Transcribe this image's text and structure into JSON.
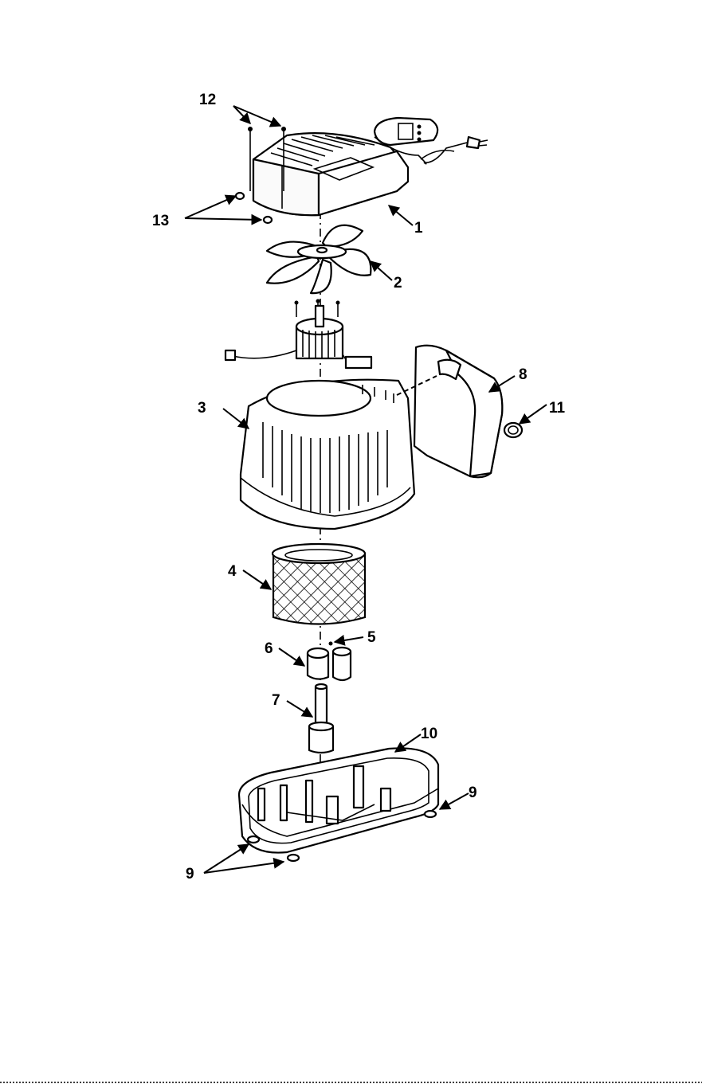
{
  "callouts": [
    {
      "id": "12",
      "text": "12"
    },
    {
      "id": "13",
      "text": "13"
    },
    {
      "id": "1",
      "text": "1"
    },
    {
      "id": "2",
      "text": "2"
    },
    {
      "id": "8",
      "text": "8"
    },
    {
      "id": "11",
      "text": "11"
    },
    {
      "id": "3",
      "text": "3"
    },
    {
      "id": "4",
      "text": "4"
    },
    {
      "id": "5",
      "text": "5"
    },
    {
      "id": "6",
      "text": "6"
    },
    {
      "id": "7",
      "text": "7"
    },
    {
      "id": "10",
      "text": "10"
    },
    {
      "id": "9a",
      "text": "9"
    },
    {
      "id": "9b",
      "text": "9"
    }
  ]
}
